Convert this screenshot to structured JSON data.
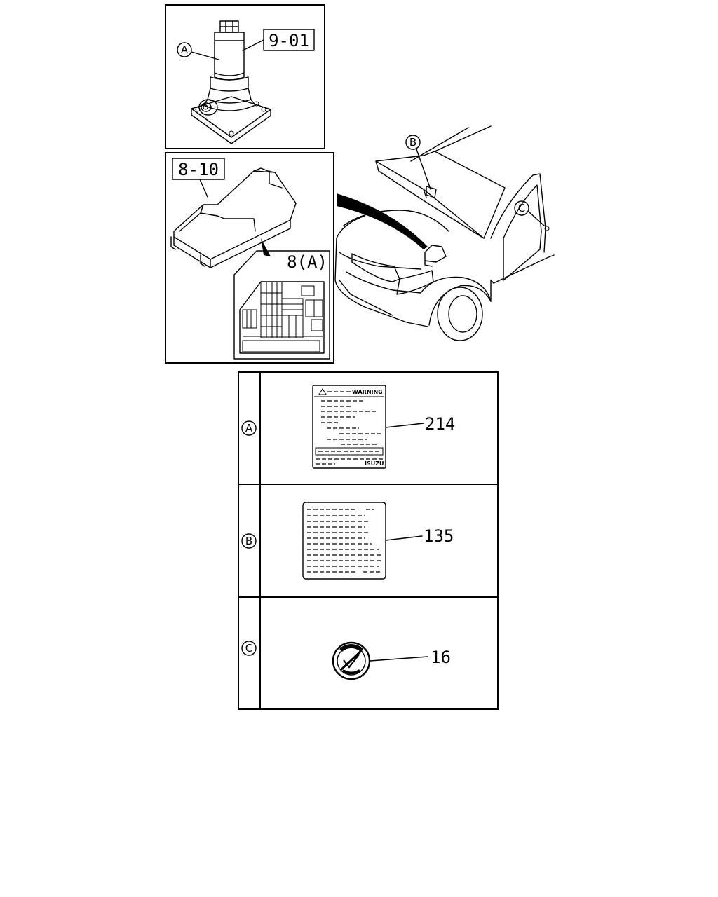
{
  "callouts": {
    "jack_part": "9-01",
    "cover_part": "8-10",
    "fuse_label": "8(A)",
    "warning_label_part": "214",
    "info_label_part": "135",
    "seat_label_part": "16"
  },
  "markers": {
    "a": "A",
    "b": "B",
    "c": "C"
  },
  "warning_label": {
    "heading": "WARNING",
    "brand": "ISUZU"
  }
}
